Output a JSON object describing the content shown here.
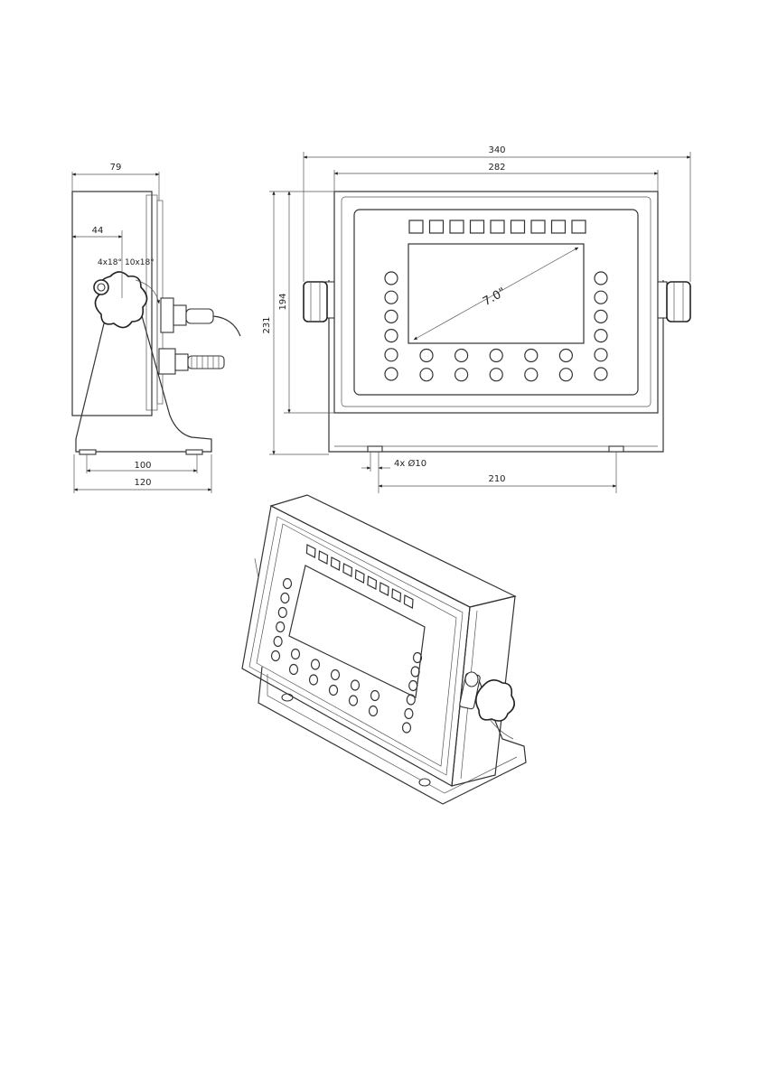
{
  "views": {
    "side": {
      "depth_label": "79",
      "pivot_label": "44",
      "angle_left_label": "4x18°",
      "angle_right_label": "10x18°",
      "foot_inner_label": "100",
      "foot_outer_label": "120"
    },
    "front": {
      "overall_width_label": "340",
      "housing_width_label": "282",
      "overall_height_label": "231",
      "housing_height_label": "194",
      "screen_diagonal_label": "7.0\"",
      "hole_label": "4x Ø10",
      "hole_spacing_label": "210",
      "top_keys": 9,
      "side_keys_per_column": 6,
      "bottom_keys_per_row": 7
    }
  }
}
